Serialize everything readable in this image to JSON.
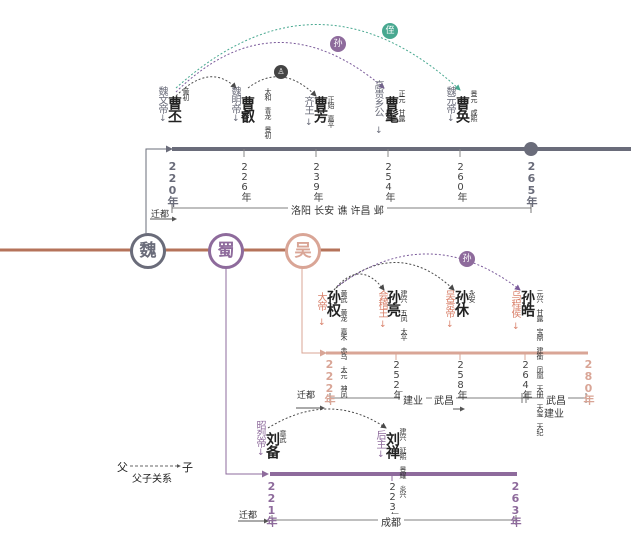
{
  "colors": {
    "wei": "#6a6c7a",
    "shu": "#8e6b9c",
    "wu": "#d9a596",
    "main_line": "#b5735a",
    "heir_dashed": "#4a4a4a",
    "grandson_arc": "#7a5a9a",
    "nephew_arc": "#48a890",
    "text_dark": "#222222"
  },
  "states": {
    "wei": "魏",
    "shu": "蜀",
    "wu": "吴"
  },
  "legend": {
    "father": "父",
    "son": "子",
    "caption": "父子关系"
  },
  "relations": {
    "grandson": "孙",
    "nephew": "侄",
    "cousin_icon": "person-icon"
  },
  "move_capital": "迁都",
  "wei": {
    "rulers": [
      {
        "title": "魏文帝",
        "name": "曹丕",
        "era": "黄初"
      },
      {
        "title": "魏明帝",
        "name": "曹叡",
        "era": "太和 青龙 景初"
      },
      {
        "title": "齐王",
        "name": "曹芳",
        "era": "正始 嘉平"
      },
      {
        "title": "高贵乡公",
        "name": "曹髦",
        "era": "正元 甘露"
      },
      {
        "title": "魏元帝",
        "name": "曹奂",
        "era": "景元 咸熙"
      }
    ],
    "years": [
      "220年",
      "226年",
      "239年",
      "254年",
      "260年",
      "265年"
    ],
    "capital": "洛阳 长安 谯 许昌 邺"
  },
  "wu": {
    "rulers": [
      {
        "title": "大帝",
        "name": "孙权",
        "era": "黄武 黄龙 嘉禾 赤乌 太元 神凤"
      },
      {
        "title": "会稽王",
        "name": "孙亮",
        "era": "建兴 五凤 太平"
      },
      {
        "title": "吴景帝",
        "name": "孙休",
        "era": "永安"
      },
      {
        "title": "乌程侯",
        "name": "孙皓",
        "era": "元兴 甘露 宝鼎 建衡 凤凰 天册 天玺 天纪"
      }
    ],
    "years": [
      "222年",
      "252年",
      "258年",
      "264年",
      "280年"
    ],
    "capitals": [
      "建业",
      "武昌",
      "建业",
      "武昌"
    ]
  },
  "shu": {
    "rulers": [
      {
        "title": "昭烈帝",
        "name": "刘备",
        "era": "章武"
      },
      {
        "title": "后主",
        "name": "刘禅",
        "era": "建兴 延熙 景耀 炎兴"
      }
    ],
    "years": [
      "221年",
      "223年",
      "263年"
    ],
    "capital": "成都"
  }
}
